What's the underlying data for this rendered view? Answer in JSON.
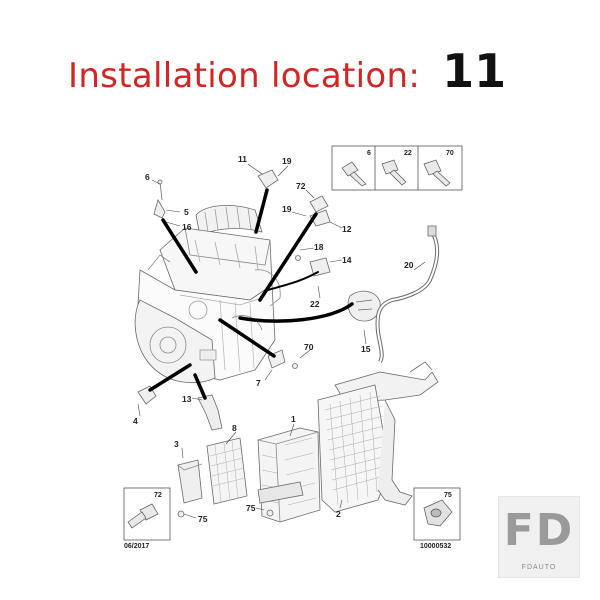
{
  "header": {
    "label": "Installation location:",
    "value": "11"
  },
  "callouts": [
    "6",
    "5",
    "16",
    "11",
    "19",
    "72",
    "19",
    "12",
    "18",
    "14",
    "22",
    "20",
    "15",
    "70",
    "7",
    "4",
    "13",
    "3",
    "8",
    "1",
    "2",
    "75",
    "75"
  ],
  "fastener_box": {
    "labels": [
      "6",
      "22",
      "70"
    ]
  },
  "inset_left": {
    "number": "72",
    "caption": "06/2017"
  },
  "inset_right": {
    "number": "75",
    "caption": "10000532"
  },
  "logo": {
    "text": "FD",
    "subtext": "FDAUTO"
  }
}
